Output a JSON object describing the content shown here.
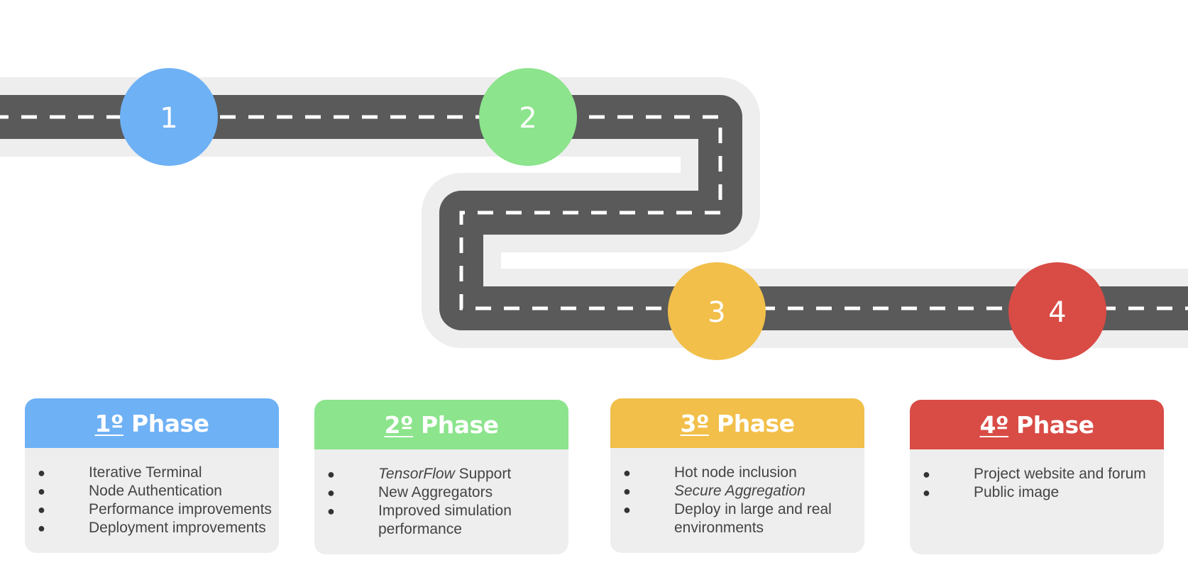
{
  "markers": [
    {
      "number": "1",
      "color": "#6eb1f5"
    },
    {
      "number": "2",
      "color": "#8ce48c"
    },
    {
      "number": "3",
      "color": "#f2bf4a"
    },
    {
      "number": "4",
      "color": "#d94b45"
    }
  ],
  "colors": {
    "road": "#5a5a5a",
    "road_shoulder": "#eeeeee",
    "lane_marking": "#ffffff",
    "card_body": "#eeeeee"
  },
  "phases": [
    {
      "ordinal": "1º",
      "title": "Phase",
      "color": "#6eb1f5",
      "items": [
        {
          "italic": "",
          "text": "Iterative Terminal"
        },
        {
          "italic": "",
          "text": "Node Authentication"
        },
        {
          "italic": "",
          "text": "Performance improvements"
        },
        {
          "italic": "",
          "text": "Deployment improvements"
        }
      ]
    },
    {
      "ordinal": "2º",
      "title": "Phase",
      "color": "#8ce48c",
      "items": [
        {
          "italic": "TensorFlow",
          "text": " Support"
        },
        {
          "italic": "",
          "text": "New Aggregators"
        },
        {
          "italic": "",
          "text": "Improved simulation performance"
        }
      ]
    },
    {
      "ordinal": "3º",
      "title": "Phase",
      "color": "#f2bf4a",
      "items": [
        {
          "italic": "",
          "text": "Hot node inclusion"
        },
        {
          "italic": "Secure Aggregation",
          "text": ""
        },
        {
          "italic": "",
          "text": "Deploy in large and real environments"
        }
      ]
    },
    {
      "ordinal": "4º",
      "title": "Phase",
      "color": "#d94b45",
      "items": [
        {
          "italic": "",
          "text": "Project website and forum"
        },
        {
          "italic": "",
          "text": "Public image"
        }
      ]
    }
  ]
}
